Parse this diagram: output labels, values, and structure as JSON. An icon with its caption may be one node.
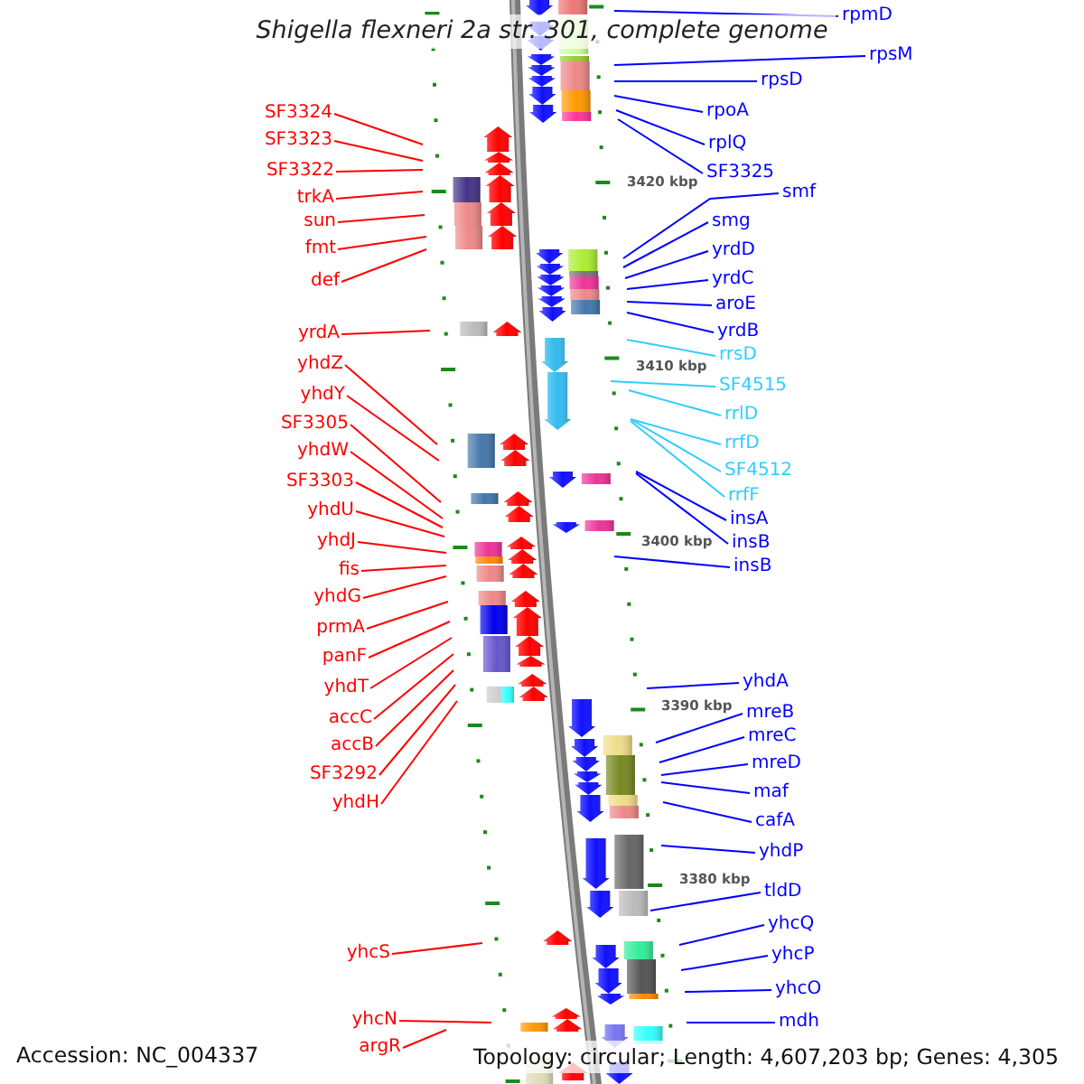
{
  "diagram": {
    "title": "Shigella flexneri 2a str. 301, complete genome",
    "nodes": [
      {
        "text": [
          "SF3324"
        ]
      },
      {
        "text": [
          "SF3323"
        ]
      },
      {
        "text": [
          "SF3322"
        ]
      },
      {
        "text": [
          "trkA"
        ]
      },
      {
        "text": [
          "sun"
        ]
      },
      {
        "text": [
          "fmt"
        ]
      },
      {
        "text": [
          "def"
        ]
      },
      {
        "text": [
          "yrdA"
        ]
      },
      {
        "text": [
          "yhdZ"
        ]
      },
      {
        "text": [
          "yhdY"
        ]
      },
      {
        "text": [
          "SF3305"
        ]
      },
      {
        "text": [
          "yhdW"
        ]
      },
      {
        "text": [
          "SF3303"
        ]
      },
      {
        "text": [
          "yhdU"
        ]
      },
      {
        "text": [
          "yhdJ"
        ]
      },
      {
        "text": [
          "fis"
        ]
      },
      {
        "text": [
          "yhdG"
        ]
      },
      {
        "text": [
          "prmA"
        ]
      },
      {
        "text": [
          "panF"
        ]
      },
      {
        "text": [
          "yhdT"
        ]
      },
      {
        "text": [
          "accC"
        ]
      },
      {
        "text": [
          "accB"
        ]
      },
      {
        "text": [
          "SF3292"
        ]
      },
      {
        "text": [
          "yhdH"
        ]
      },
      {
        "text": [
          "yhcS"
        ]
      },
      {
        "text": [
          "yhcN"
        ]
      },
      {
        "text": [
          "argR"
        ]
      },
      {
        "text": [
          "rpmD"
        ]
      },
      {
        "text": [
          "rpsM"
        ]
      },
      {
        "text": [
          "rpsD"
        ]
      },
      {
        "text": [
          "rpoA"
        ]
      },
      {
        "text": [
          "rplQ"
        ]
      },
      {
        "text": [
          "SF3325"
        ]
      },
      {
        "text": [
          "smf"
        ]
      },
      {
        "text": [
          "smg"
        ]
      },
      {
        "text": [
          "yrdD"
        ]
      },
      {
        "text": [
          "yrdC"
        ]
      },
      {
        "text": [
          "aroE"
        ]
      },
      {
        "text": [
          "yrdB"
        ]
      },
      {
        "text": [
          "rrsD"
        ]
      },
      {
        "text": [
          "SF4515"
        ]
      },
      {
        "text": [
          "rrlD"
        ]
      },
      {
        "text": [
          "rrfD"
        ]
      },
      {
        "text": [
          "SF4512"
        ]
      },
      {
        "text": [
          "rrfF"
        ]
      },
      {
        "text": [
          "insA"
        ]
      },
      {
        "text": [
          "insB"
        ]
      },
      {
        "text": [
          "insB"
        ]
      },
      {
        "text": [
          "yhdA"
        ]
      },
      {
        "text": [
          "mreB"
        ]
      },
      {
        "text": [
          "mreC"
        ]
      },
      {
        "text": [
          "mreD"
        ]
      },
      {
        "text": [
          "maf"
        ]
      },
      {
        "text": [
          "cafA"
        ]
      },
      {
        "text": [
          "yhdP"
        ]
      },
      {
        "text": [
          "tldD"
        ]
      },
      {
        "text": [
          "yhcQ"
        ]
      },
      {
        "text": [
          "yhcP"
        ]
      },
      {
        "text": [
          "yhcO"
        ]
      },
      {
        "text": [
          "mdh"
        ]
      }
    ],
    "edges": [
      {
        "from": 0,
        "to": null,
        "arrow": "none"
      },
      {
        "from": 1,
        "to": null,
        "arrow": "none"
      },
      {
        "from": 2,
        "to": null,
        "arrow": "none"
      },
      {
        "from": 3,
        "to": null,
        "arrow": "none"
      },
      {
        "from": 4,
        "to": null,
        "arrow": "none"
      },
      {
        "from": 5,
        "to": null,
        "arrow": "none"
      },
      {
        "from": 6,
        "to": null,
        "arrow": "none"
      },
      {
        "from": 7,
        "to": null,
        "arrow": "none"
      },
      {
        "from": 8,
        "to": null,
        "arrow": "none"
      },
      {
        "from": 9,
        "to": null,
        "arrow": "none"
      },
      {
        "from": 10,
        "to": null,
        "arrow": "none"
      },
      {
        "from": 11,
        "to": null,
        "arrow": "none"
      },
      {
        "from": 12,
        "to": null,
        "arrow": "none"
      },
      {
        "from": 13,
        "to": null,
        "arrow": "none"
      },
      {
        "from": 14,
        "to": null,
        "arrow": "none"
      },
      {
        "from": 15,
        "to": null,
        "arrow": "none"
      },
      {
        "from": 16,
        "to": null,
        "arrow": "none"
      },
      {
        "from": 17,
        "to": null,
        "arrow": "none"
      },
      {
        "from": 18,
        "to": null,
        "arrow": "none"
      },
      {
        "from": 19,
        "to": null,
        "arrow": "none"
      },
      {
        "from": 20,
        "to": null,
        "arrow": "none"
      },
      {
        "from": 21,
        "to": null,
        "arrow": "none"
      },
      {
        "from": 22,
        "to": null,
        "arrow": "none"
      },
      {
        "from": 23,
        "to": null,
        "arrow": "none"
      },
      {
        "from": 24,
        "to": null,
        "arrow": "none"
      },
      {
        "from": 25,
        "to": null,
        "arrow": "none"
      },
      {
        "from": 26,
        "to": null,
        "arrow": "none"
      },
      {
        "from": 27,
        "to": null,
        "arrow": "none",
        "color": "#0000ff"
      },
      {
        "from": 28,
        "to": null,
        "arrow": "none",
        "color": "#0000ff"
      },
      {
        "from": 29,
        "to": null,
        "arrow": "none",
        "color": "#0000ff"
      },
      {
        "from": 30,
        "to": null,
        "arrow": "none",
        "color": "#0000ff"
      },
      {
        "from": 31,
        "to": null,
        "arrow": "none",
        "color": "#0000ff"
      },
      {
        "from": 32,
        "to": null,
        "arrow": "none",
        "color": "#0000ff"
      },
      {
        "from": 33,
        "to": null,
        "arrow": "none",
        "color": "#0000ff"
      },
      {
        "from": 34,
        "to": null,
        "arrow": "none",
        "color": "#0000ff"
      },
      {
        "from": 35,
        "to": null,
        "arrow": "none",
        "color": "#0000ff"
      },
      {
        "from": 36,
        "to": null,
        "arrow": "none",
        "color": "#0000ff"
      },
      {
        "from": 37,
        "to": null,
        "arrow": "none",
        "color": "#0000ff"
      },
      {
        "from": 38,
        "to": null,
        "arrow": "none",
        "color": "#0000ff"
      },
      {
        "from": 39,
        "to": null,
        "arrow": "none",
        "color": "#33ccff"
      },
      {
        "from": 40,
        "to": null,
        "arrow": "none",
        "color": "#33ccff"
      },
      {
        "from": 41,
        "to": null,
        "arrow": "none",
        "color": "#33ccff"
      },
      {
        "from": 42,
        "to": null,
        "arrow": "none",
        "color": "#33ccff"
      },
      {
        "from": 43,
        "to": null,
        "arrow": "none",
        "color": "#33ccff"
      },
      {
        "from": 44,
        "to": null,
        "arrow": "none",
        "color": "#33ccff"
      },
      {
        "from": 45,
        "to": null,
        "arrow": "none",
        "color": "#0000ff"
      },
      {
        "from": 46,
        "to": null,
        "arrow": "none",
        "color": "#0000ff"
      },
      {
        "from": 47,
        "to": null,
        "arrow": "none",
        "color": "#0000ff"
      },
      {
        "from": 48,
        "to": null,
        "arrow": "none",
        "color": "#0000ff"
      },
      {
        "from": 49,
        "to": null,
        "arrow": "none",
        "color": "#0000ff"
      },
      {
        "from": 50,
        "to": null,
        "arrow": "none",
        "color": "#0000ff"
      },
      {
        "from": 51,
        "to": null,
        "arrow": "none",
        "color": "#0000ff"
      },
      {
        "from": 52,
        "to": null,
        "arrow": "none",
        "color": "#0000ff"
      },
      {
        "from": 53,
        "to": null,
        "arrow": "none",
        "color": "#0000ff"
      },
      {
        "from": 54,
        "to": null,
        "arrow": "none",
        "color": "#0000ff"
      },
      {
        "from": 55,
        "to": null,
        "arrow": "none",
        "color": "#0000ff"
      },
      {
        "from": 56,
        "to": null,
        "arrow": "none",
        "color": "#0000ff"
      },
      {
        "from": 57,
        "to": null,
        "arrow": "none",
        "color": "#0000ff"
      },
      {
        "from": 58,
        "to": null,
        "arrow": "none",
        "color": "#0000ff"
      },
      {
        "from": 59,
        "to": null,
        "arrow": "none",
        "color": "#0000ff"
      }
    ],
    "labels": [
      "3420 kbp",
      "3410 kbp",
      "3400 kbp",
      "3390 kbp",
      "3380 kbp",
      "Accession: NC_004337",
      "Topology: circular; Length: 4,607,203 bp; Genes: 4,305"
    ]
  }
}
